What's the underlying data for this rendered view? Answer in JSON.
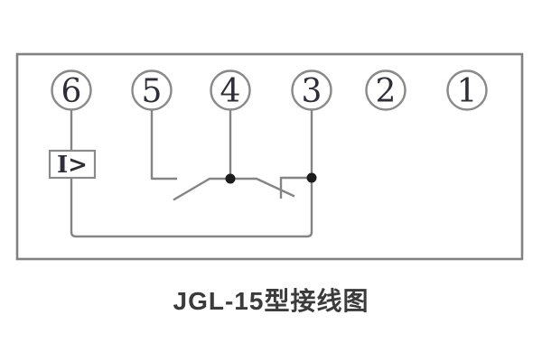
{
  "title": "JGL-15型接线图",
  "terminals": [
    {
      "label": "6"
    },
    {
      "label": "5"
    },
    {
      "label": "4"
    },
    {
      "label": "3"
    },
    {
      "label": "2"
    },
    {
      "label": "1"
    }
  ],
  "element": {
    "label": "I>",
    "meaning": "overcurrent-unit"
  },
  "colors": {
    "line": "#8a8a8a",
    "wire": "#848484",
    "digit": "#2e2e38",
    "title": "#3b3b3b",
    "dot": "#1c1c1c",
    "bg": "#ffffff",
    "box": "#818181"
  }
}
